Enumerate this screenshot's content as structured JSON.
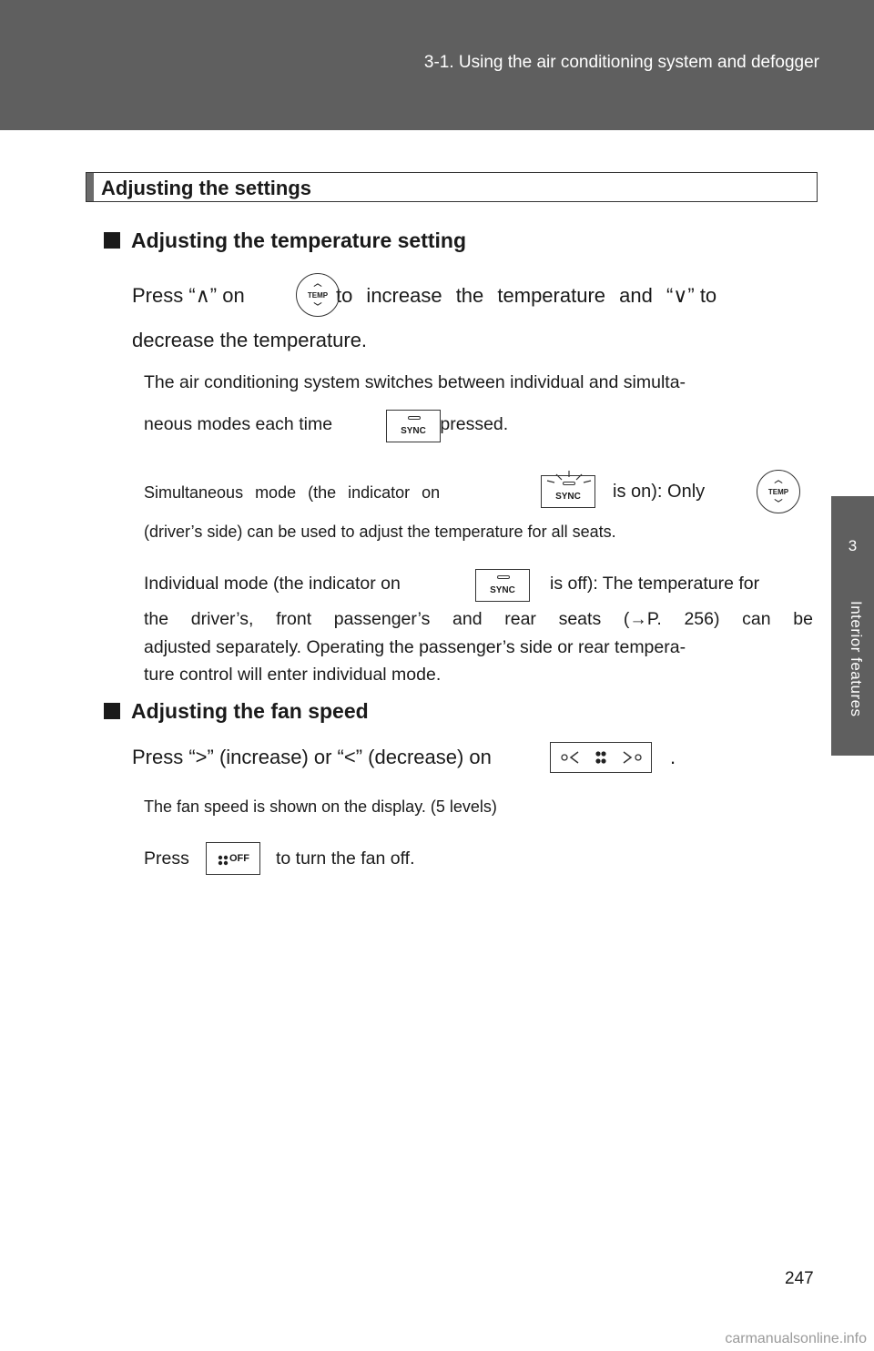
{
  "header": {
    "chapter_title": "3-1. Using the air conditioning system and defogger"
  },
  "side_tab": {
    "number": "3",
    "label": "Interior features"
  },
  "section": {
    "title": "Adjusting the settings"
  },
  "temp": {
    "heading": "Adjusting the temperature setting",
    "line1_a": "Press “",
    "line1_up": "∧",
    "line1_b": "” on",
    "line1_c": "to increase the temperature and “",
    "line1_down": "∨",
    "line1_d": "” to",
    "line2": "decrease the temperature.",
    "note1_a": "The air conditioning system switches between individual and simulta-",
    "note1_b": "neous modes each time",
    "note1_c": "is pressed.",
    "sim_a": "Simultaneous mode (the indicator on",
    "sim_b": "is on): Only",
    "sim_c": "(driver’s side) can be used to adjust the temperature for all seats.",
    "ind_a": "Individual mode (the indicator on",
    "ind_b": "is off): The temperature for",
    "ind_c": "the driver’s, front passenger’s and rear seats (→P. 256) can be",
    "ind_d": "adjusted separately. Operating the passenger’s side or rear tempera-",
    "ind_e": "ture control will enter individual mode."
  },
  "fan": {
    "heading": "Adjusting the fan speed",
    "line1_a": "Press “>” (increase) or “<” (decrease) on",
    "line1_b": ".",
    "note1": "The fan speed is shown on the display. (5 levels)",
    "note2_a": "Press",
    "note2_b": "to turn the fan off."
  },
  "buttons": {
    "temp_label": "TEMP",
    "sync_label": "SYNC",
    "off_label": "OFF"
  },
  "page_number": "247",
  "watermark": "carmanualsonline.info"
}
